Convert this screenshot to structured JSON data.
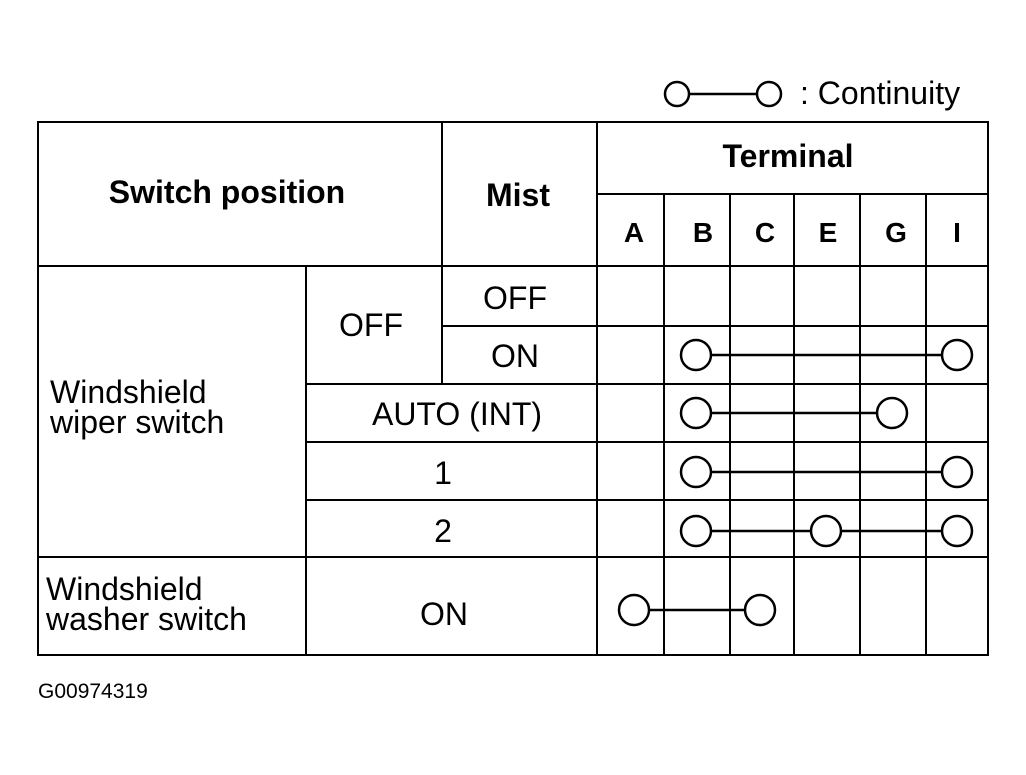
{
  "legend": {
    "text": ": Continuity"
  },
  "headers": {
    "switch_position": "Switch position",
    "mist": "Mist",
    "terminal": "Terminal"
  },
  "terminals": [
    "A",
    "B",
    "C",
    "E",
    "G",
    "I"
  ],
  "groups": {
    "wiper": [
      "Windshield",
      "wiper switch"
    ],
    "washer": [
      "Windshield",
      "washer switch"
    ]
  },
  "labels": {
    "off_position": "OFF",
    "mist_off": "OFF",
    "mist_on": "ON",
    "auto_int": "AUTO (INT)",
    "speed_1": "1",
    "speed_2": "2",
    "washer_on": "ON"
  },
  "rows": [
    {
      "id": "off-mist-off",
      "continuity": []
    },
    {
      "id": "off-mist-on",
      "continuity": [
        "B",
        "I"
      ]
    },
    {
      "id": "auto-int",
      "continuity": [
        "B",
        "G"
      ]
    },
    {
      "id": "speed-1",
      "continuity": [
        "B",
        "I"
      ]
    },
    {
      "id": "speed-2",
      "continuity": [
        "B",
        "E",
        "I"
      ]
    },
    {
      "id": "washer-on",
      "continuity": [
        "A",
        "C"
      ]
    }
  ],
  "figure_code": "G00974319"
}
